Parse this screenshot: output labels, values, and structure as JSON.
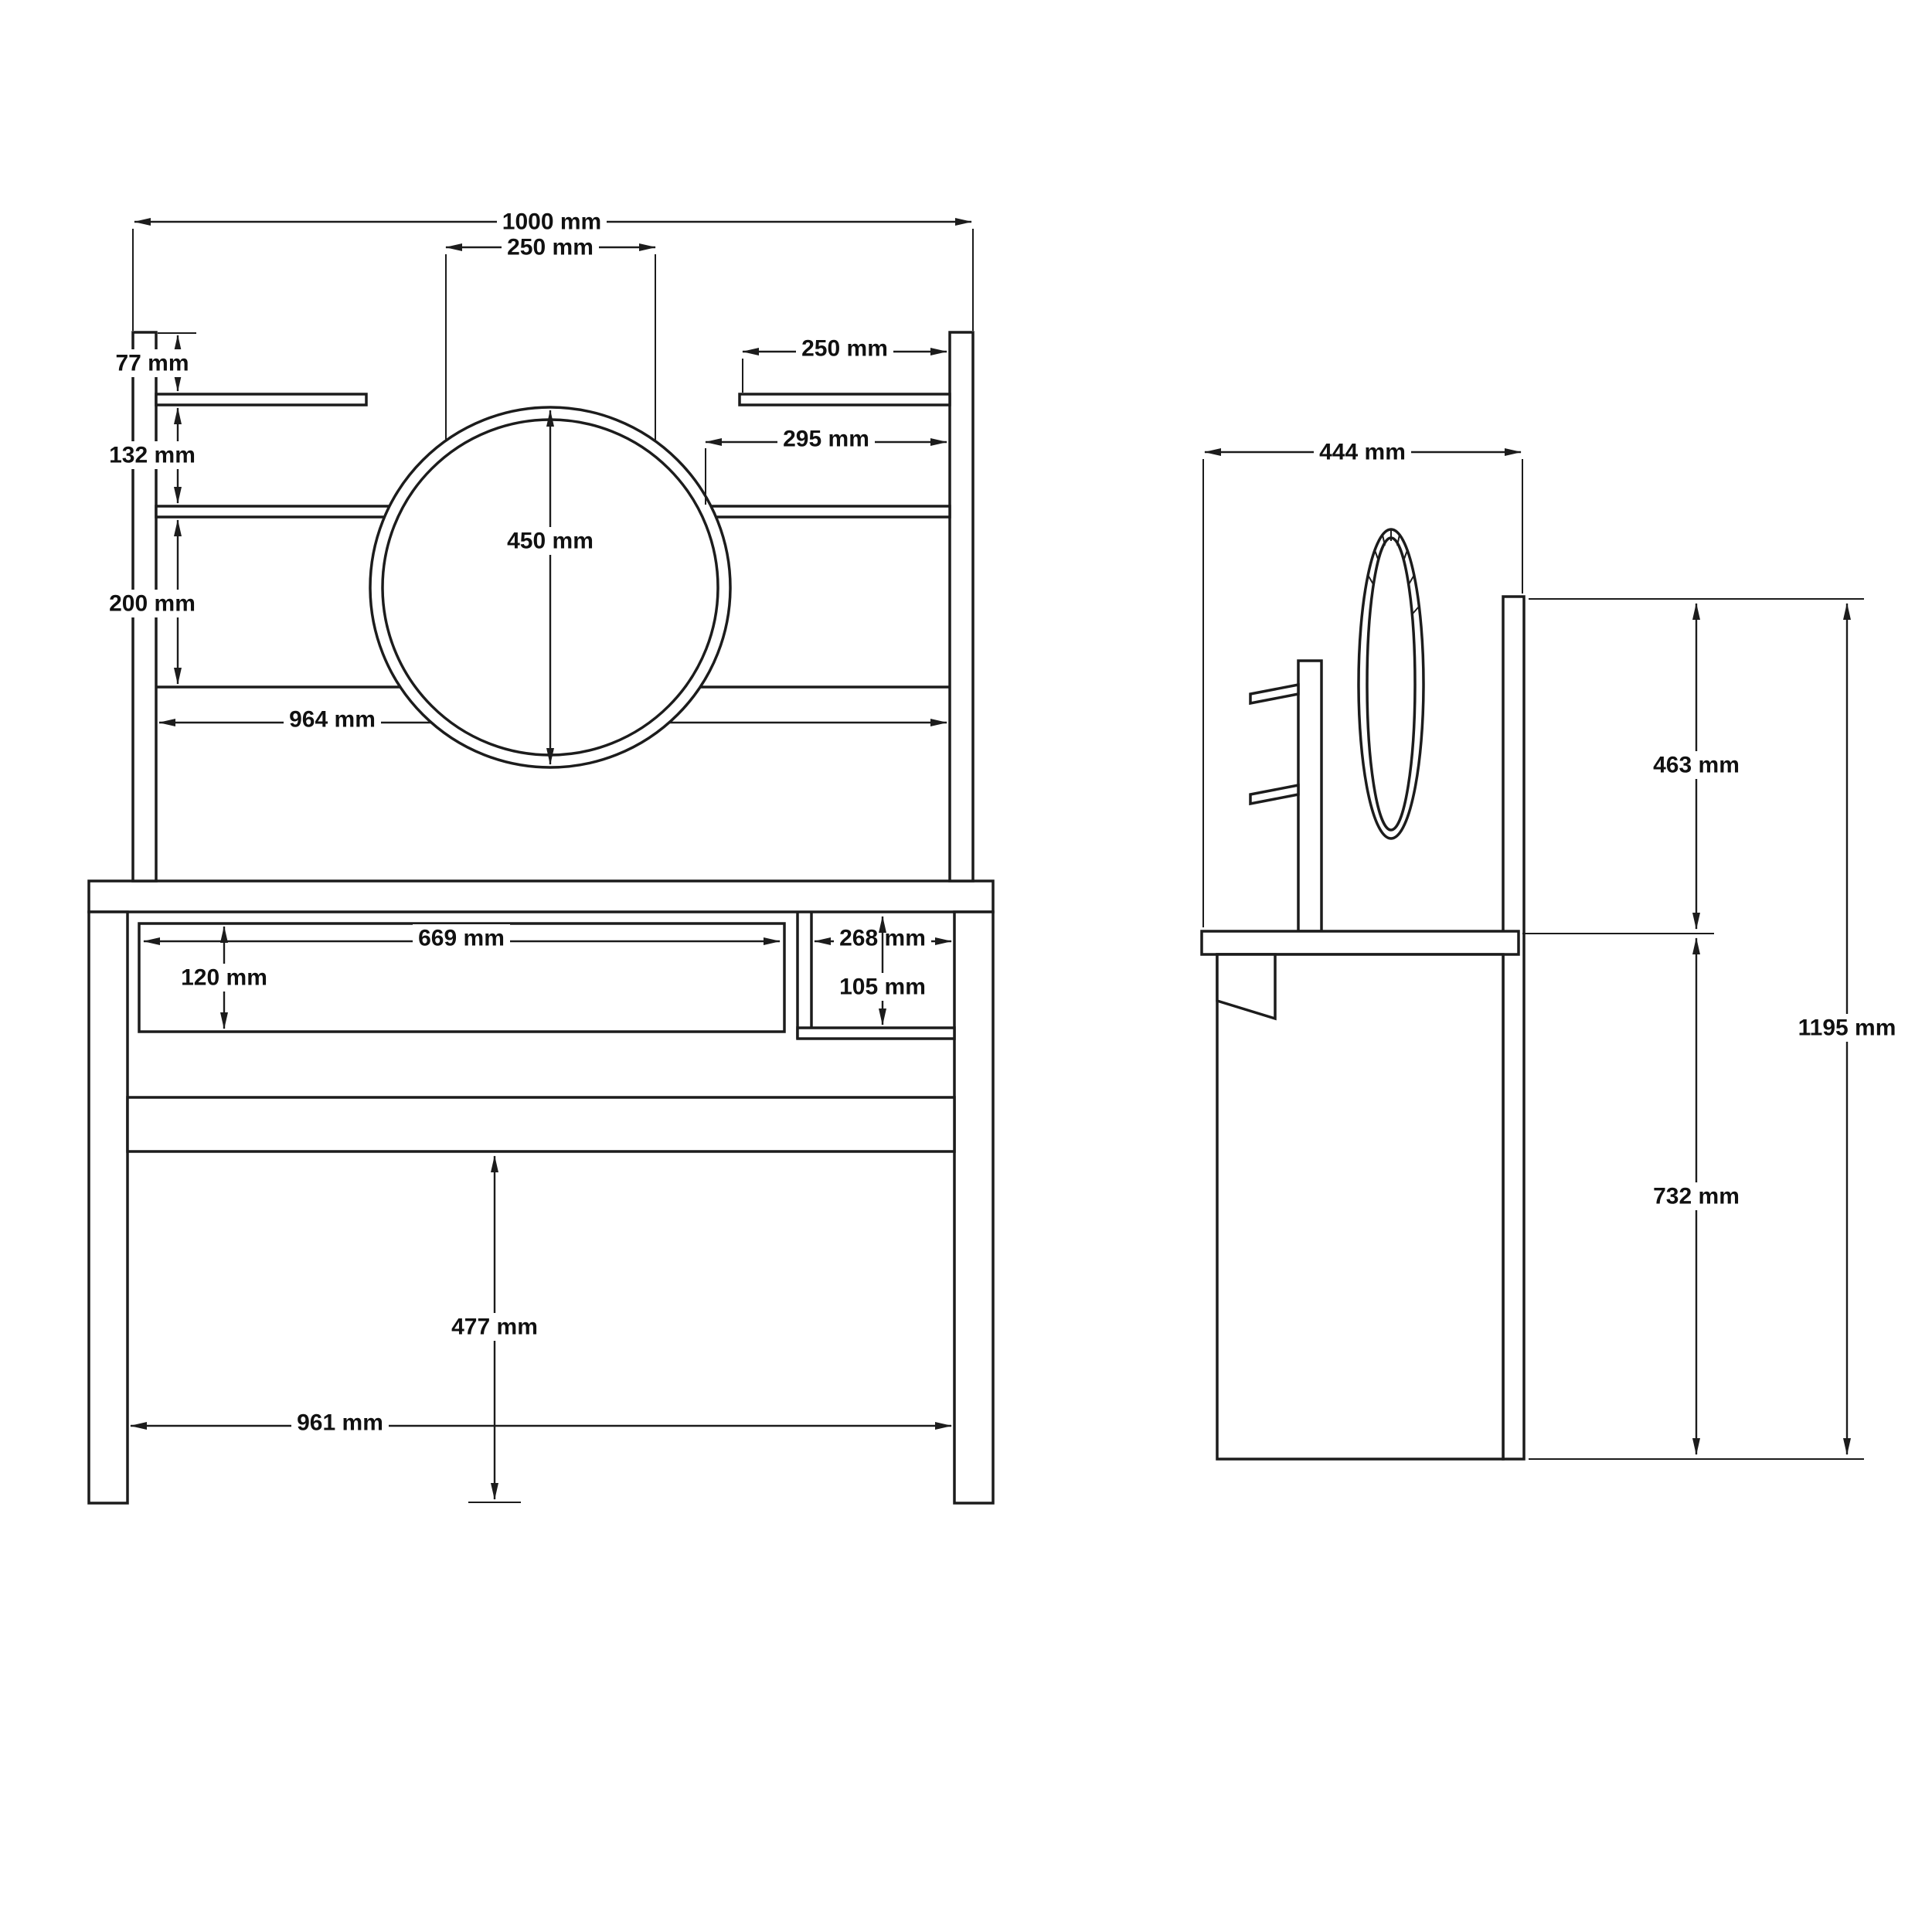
{
  "diagram": {
    "title": "dressing-table-technical-drawing",
    "units": "mm",
    "front_view": {
      "dimensions": {
        "overall_width": "1000 mm",
        "mirror_panel_width": "250 mm",
        "mirror_diameter": "450 mm",
        "top_shelf_offset": "77 mm",
        "shelf_spacing": "132 mm",
        "lower_shelf_offset": "200 mm",
        "hutch_inner_width": "964 mm",
        "right_upper_shelf_width": "250 mm",
        "right_lower_shelf_width": "295 mm",
        "drawer_width": "669 mm",
        "drawer_height": "120 mm",
        "niche_width": "268 mm",
        "niche_height": "105 mm",
        "leg_clearance_height": "477 mm",
        "inner_width": "961 mm"
      }
    },
    "side_view": {
      "dimensions": {
        "depth": "444 mm",
        "upper_section_height": "463 mm",
        "total_height": "1195 mm",
        "worktop_height": "732 mm"
      }
    }
  }
}
